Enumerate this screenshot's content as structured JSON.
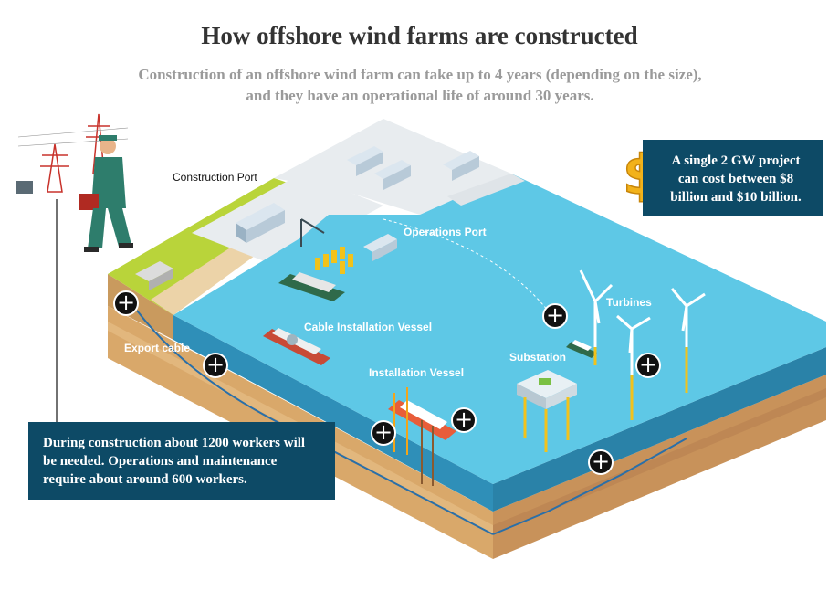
{
  "header": {
    "title": "How offshore wind farms are constructed",
    "subtitle_line1": "Construction of an offshore wind farm can take up to 4 years (depending on the size),",
    "subtitle_line2": "and they have an operational life of around 30 years."
  },
  "labels": {
    "construction_port": "Construction Port",
    "operations_port": "Operations Port",
    "turbines": "Turbines",
    "cable_installation_vessel": "Cable Installation Vessel",
    "export_cable": "Export cable",
    "installation_vessel": "Installation Vessel",
    "substation": "Substation"
  },
  "cost_box": {
    "line1": "A single 2 GW project",
    "line2": "can cost between $8",
    "line3": "billion and $10 billion."
  },
  "workers_box": {
    "line1": "During construction about 1200 workers will",
    "line2": "be needed. Operations and maintenance",
    "line3": "require about around 600 workers."
  },
  "expand_buttons": [
    "+",
    "+",
    "+",
    "+",
    "+",
    "+",
    "+",
    "+"
  ],
  "icons": [
    "dollar-icon",
    "worker-icon",
    "pylon-icon"
  ],
  "colors": {
    "sea": "#5ec8e6",
    "sea_side": "#3aa6c8",
    "land": "#b9d43a",
    "sand": "#e8c89a",
    "seabed": "#d9a86a",
    "infobox": "#0d4a66",
    "port_concrete": "#e8ecef",
    "dollar": "#f2b21a"
  }
}
